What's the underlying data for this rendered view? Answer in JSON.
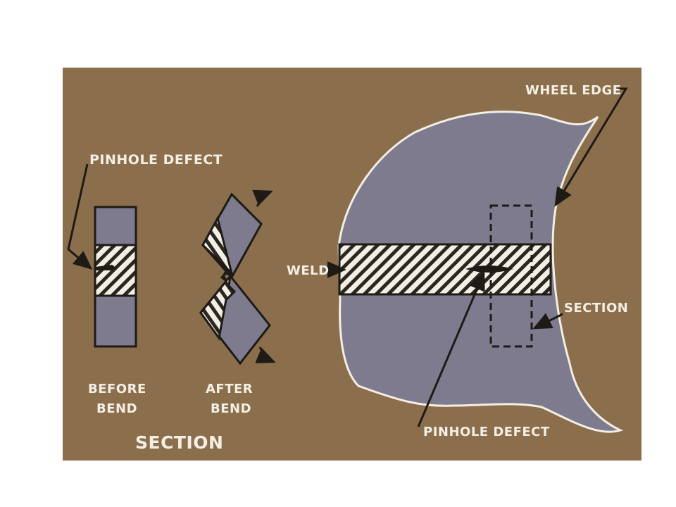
{
  "labels": {
    "pinhole_defect_left": "PINHOLE DEFECT",
    "before_bend_line1": "BEFORE",
    "before_bend_line2": "BEND",
    "after_bend_line1": "AFTER",
    "after_bend_line2": "BEND",
    "section_title": "SECTION",
    "weld": "WELD",
    "wheel_edge": "WHEEL EDGE",
    "section_right": "SECTION",
    "pinhole_defect_right": "PINHOLE DEFECT"
  },
  "colors": {
    "background": "#8b6e4c",
    "metal_gray": "#7d7b8d",
    "hatch_white": "#f3efe4",
    "outline_dark": "#1e1a16",
    "label_text": "#f3efe4"
  }
}
